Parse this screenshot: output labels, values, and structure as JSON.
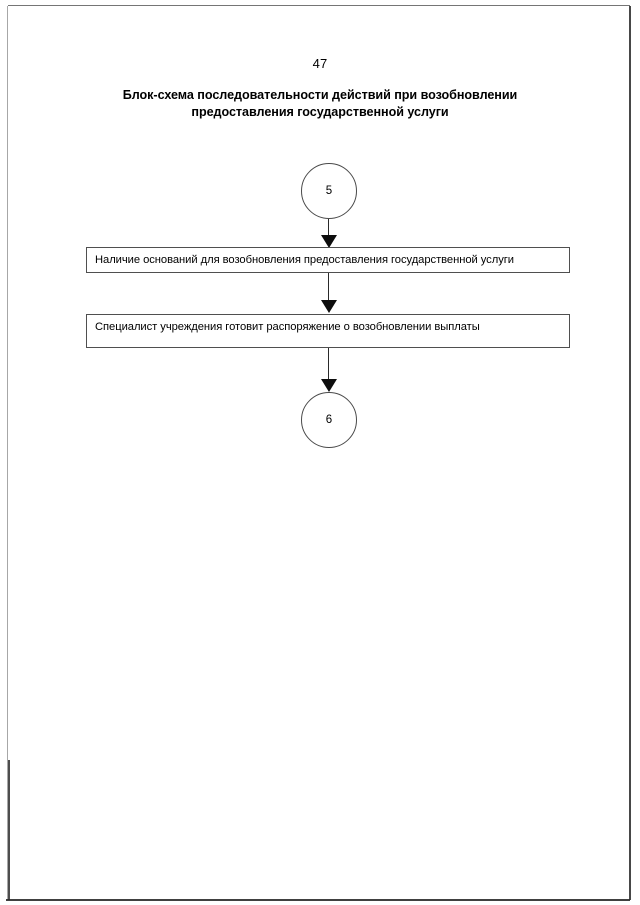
{
  "document": {
    "page_number": "47",
    "title_line_1": "Блок-схема последовательности действий при возобновлении",
    "title_line_2": "предоставления государственной услуги"
  },
  "flowchart": {
    "nodes": [
      {
        "id": "circle-start",
        "shape": "circle",
        "label": "5"
      },
      {
        "id": "box-grounds",
        "shape": "rectangle",
        "label": "Наличие оснований для возобновления предоставления государственной услуги"
      },
      {
        "id": "box-specialist",
        "shape": "rectangle",
        "label": "Специалист учреждения готовит распоряжение о возобновлении выплаты"
      },
      {
        "id": "circle-end",
        "shape": "circle",
        "label": "6"
      }
    ],
    "connectors": [
      {
        "id": "conn-1",
        "from": "circle-start",
        "to": "box-grounds",
        "style": "arrow-down"
      },
      {
        "id": "conn-2",
        "from": "box-grounds",
        "to": "box-specialist",
        "style": "arrow-down"
      },
      {
        "id": "conn-3",
        "from": "box-specialist",
        "to": "circle-end",
        "style": "arrow-down"
      }
    ]
  },
  "colors": {
    "ink": "#000000",
    "line": "#4f4f4f",
    "paper": "#ffffff"
  }
}
